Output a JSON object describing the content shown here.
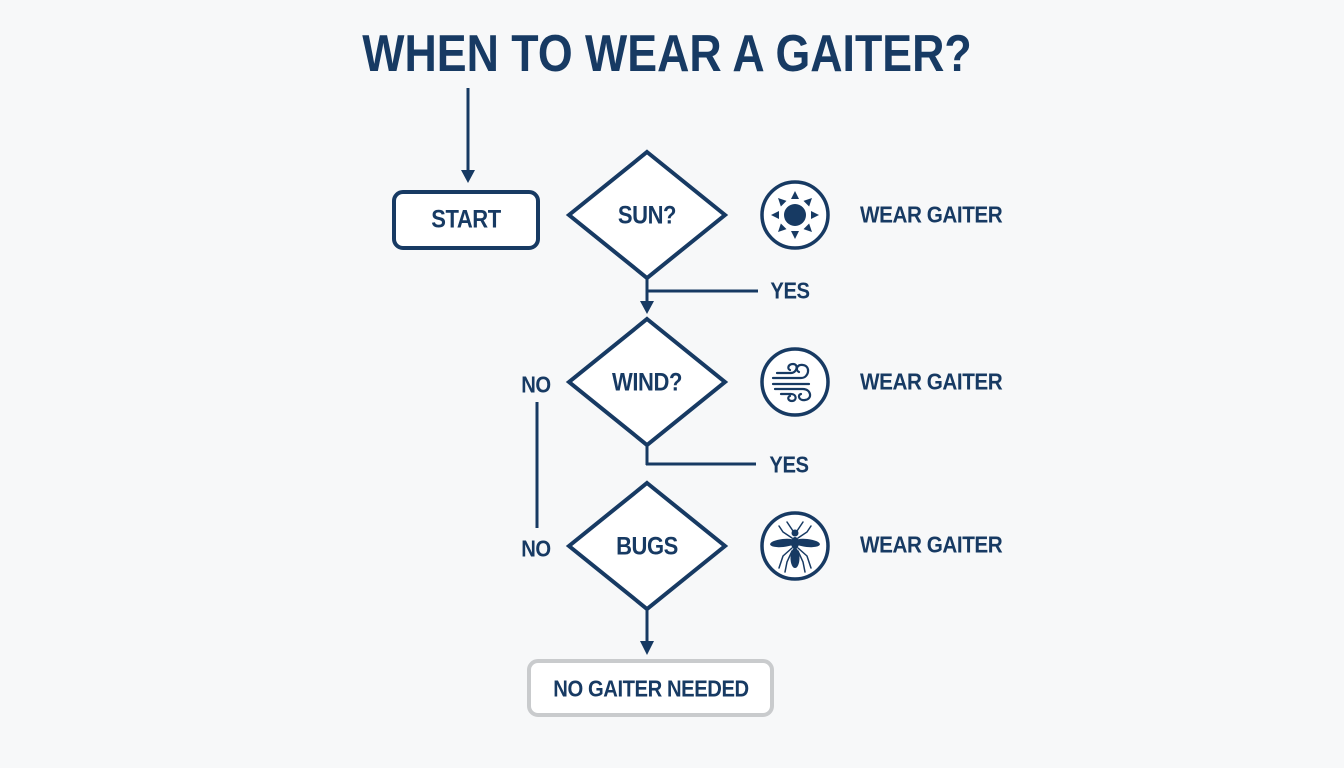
{
  "title": "WHEN TO WEAR A GAITER?",
  "colors": {
    "primary": "#173a63",
    "end_border": "#c9cbcd",
    "background": "#f7f8f9"
  },
  "nodes": {
    "start": {
      "label": "START",
      "shape": "rounded-rect"
    },
    "sun": {
      "label": "SUN?",
      "shape": "diamond"
    },
    "wind": {
      "label": "WIND?",
      "shape": "diamond"
    },
    "bugs": {
      "label": "BUGS",
      "shape": "diamond"
    },
    "end": {
      "label": "NO GAITER NEEDED",
      "shape": "rounded-rect"
    }
  },
  "actions": [
    {
      "icon": "sun-icon",
      "label": "WEAR GAITER"
    },
    {
      "icon": "wind-icon",
      "label": "WEAR GAITER"
    },
    {
      "icon": "mosquito-icon",
      "label": "WEAR GAITER"
    }
  ],
  "edges": {
    "sun_yes": "YES",
    "wind_yes": "YES",
    "wind_no": "NO",
    "bugs_no": "NO"
  }
}
